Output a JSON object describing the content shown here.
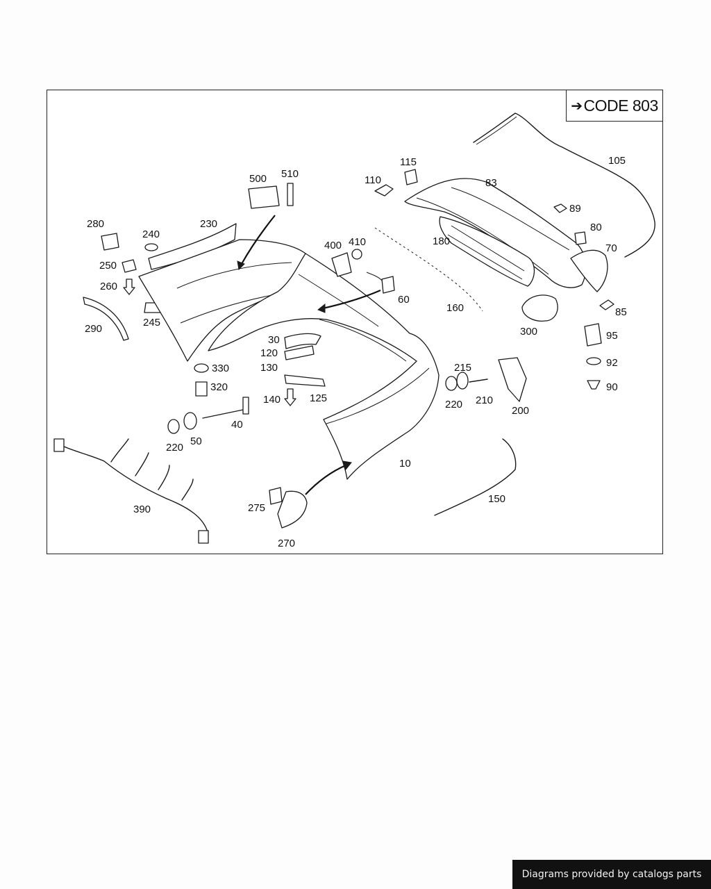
{
  "code_box": {
    "arrow": "➔",
    "text": "CODE 803"
  },
  "labels": {
    "l105": "105",
    "l115": "115",
    "l110": "110",
    "l83": "83",
    "l500": "500",
    "l510": "510",
    "l89": "89",
    "l80": "80",
    "l70": "70",
    "l280": "280",
    "l240": "240",
    "l230": "230",
    "l400": "400",
    "l410": "410",
    "l180": "180",
    "l250": "250",
    "l260": "260",
    "l60": "60",
    "l160": "160",
    "l85": "85",
    "l245": "245",
    "l290": "290",
    "l300": "300",
    "l95": "95",
    "l30": "30",
    "l120": "120",
    "l130": "130",
    "l330": "330",
    "l215": "215",
    "l92": "92",
    "l320": "320",
    "l90": "90",
    "l140": "140",
    "l125": "125",
    "l220a": "220",
    "l210": "210",
    "l200": "200",
    "l40": "40",
    "l220b": "220",
    "l50": "50",
    "l10": "10",
    "l390": "390",
    "l275": "275",
    "l150": "150",
    "l270": "270"
  },
  "footer": {
    "text": "Diagrams provided by catalogs parts"
  }
}
